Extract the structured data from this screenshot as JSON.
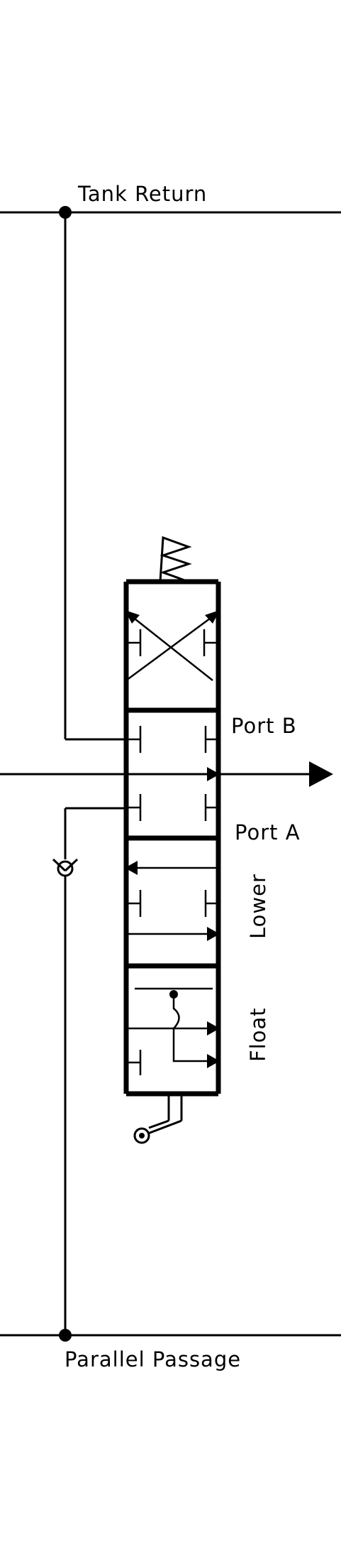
{
  "labels": {
    "tank_return": "Tank Return",
    "port_b": "Port B",
    "port_a": "Port A",
    "lower": "Lower",
    "float": "Float",
    "parallel_passage": "Parallel Passage"
  }
}
